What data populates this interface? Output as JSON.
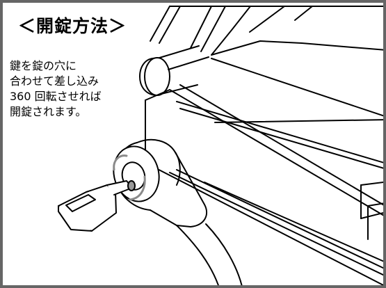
{
  "title": "＜開錠方法＞",
  "instructions": {
    "line1": "鍵を錠の穴に",
    "line2": "合わせて差し込み",
    "line3": "360 回転させれば",
    "line4": "開錠されます。"
  },
  "colors": {
    "border": "#666666",
    "ink": "#000000",
    "rotation_arrow": "#8a8a8a",
    "key_slot": "#999999"
  }
}
